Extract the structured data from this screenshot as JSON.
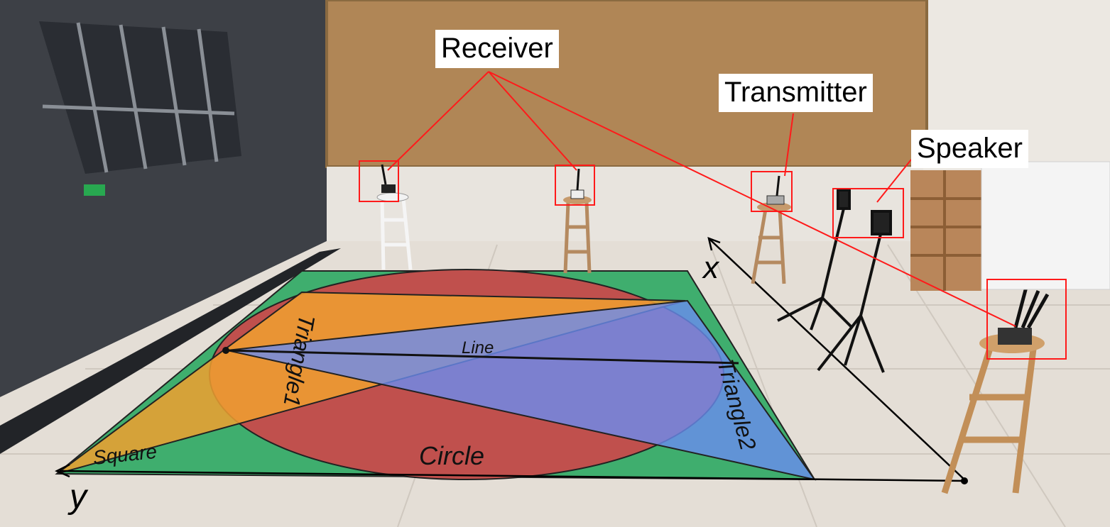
{
  "callouts": {
    "receiver": "Receiver",
    "transmitter": "Transmitter",
    "speaker": "Speaker"
  },
  "shapes": {
    "square": "Square",
    "circle": "Circle",
    "triangle1": "Triangle1",
    "triangle2": "Triangle2",
    "line": "Line"
  },
  "axes": {
    "x": "x",
    "y": "y"
  },
  "colors": {
    "square": "#3fae6e",
    "circle": "#c0504d",
    "triangle1": "#f0a030",
    "triangle2": "#6a8cf0",
    "callout_line": "#ff1a1a",
    "wall_board": "#b08656",
    "floor": "#e4ded6"
  }
}
